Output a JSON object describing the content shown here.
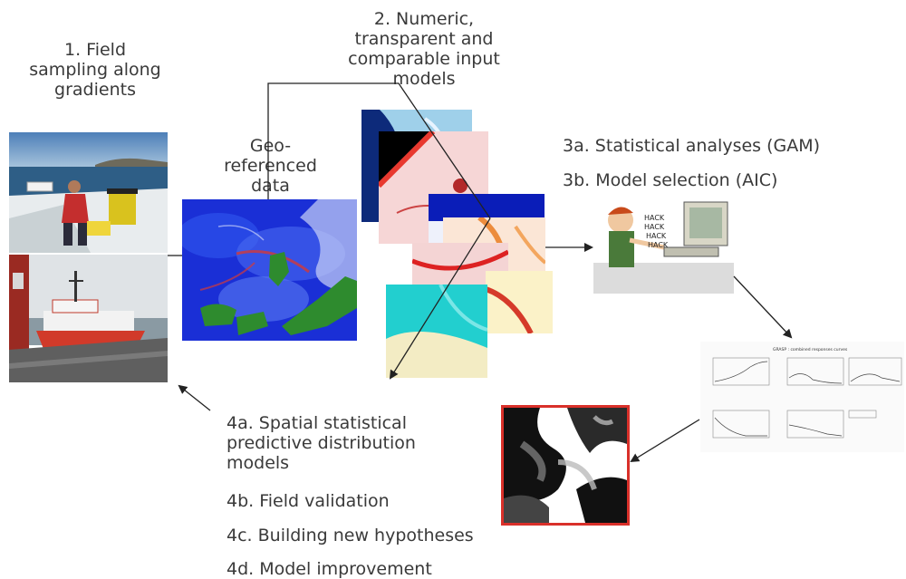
{
  "steps": {
    "s1_line1": "1. Field",
    "s1_line2": "sampling along",
    "s1_line3": "gradients",
    "s2_line1": "2. Numeric,",
    "s2_line2": "transparent and",
    "s2_line3": "comparable input",
    "s2_line4": "models",
    "geo_line1": "Geo-",
    "geo_line2": "referenced",
    "geo_line3": "data",
    "s3a": "3a. Statistical analyses (GAM)",
    "s3b": "3b. Model selection (AIC)",
    "s4a_line1": "4a. Spatial statistical",
    "s4a_line2": "predictive distribution",
    "s4a_line3": "models",
    "s4b": "4b. Field validation",
    "s4c": "4c.  Building new hypotheses",
    "s4d": "4d. Model improvement"
  },
  "cartoon": {
    "hack1": "HACK",
    "hack2": "HACK",
    "hack3": "HACK",
    "hack4": "HACK"
  },
  "gam": {
    "title": "GRASP : combined responses curves"
  },
  "colors": {
    "sea_blue": "#1a2fd6",
    "land_green": "#2e8b2e",
    "frame_red": "#d9302a",
    "arrow": "#222222"
  }
}
